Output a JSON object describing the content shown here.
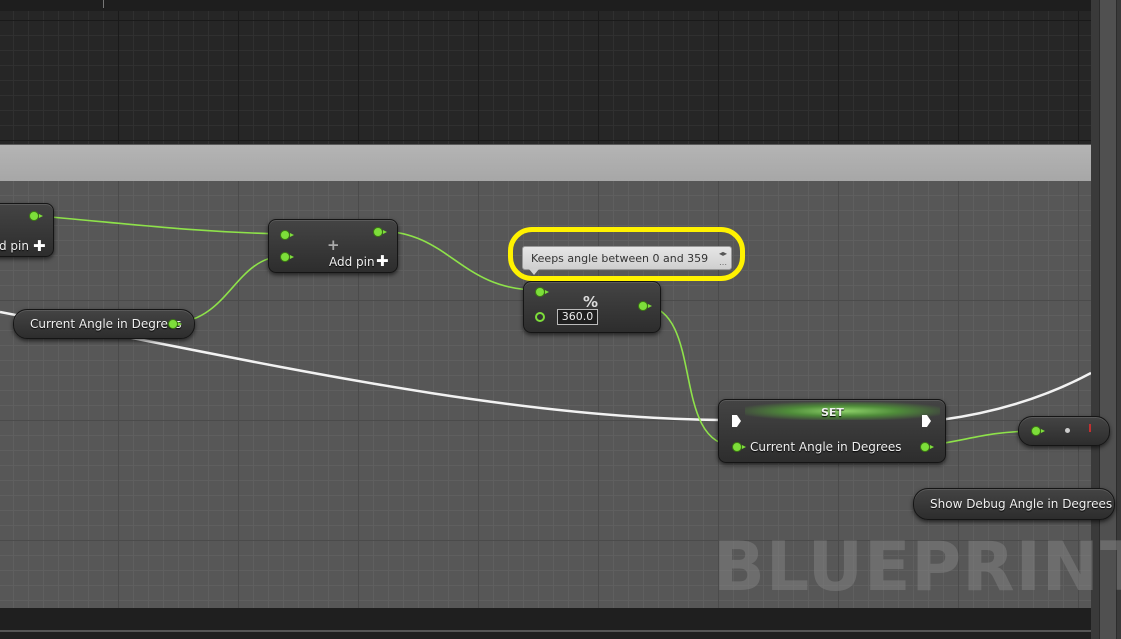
{
  "nodes": {
    "add_pin_left": {
      "label": "d pin"
    },
    "add_node": {
      "label": "Add pin"
    },
    "get_angle": {
      "label": "Current Angle in Degrees"
    },
    "modulo": {
      "symbol": "%",
      "value": "360.0"
    },
    "set_node": {
      "title": "SET",
      "label": "Current Angle in Degrees"
    },
    "show_debug": {
      "label": "Show Debug Angle in Degrees"
    }
  },
  "tooltip": {
    "text": "Keeps angle between 0 and 359"
  },
  "watermark": "BLUEPRINT",
  "colors": {
    "float_pin": "#7dde3a",
    "highlight": "#fff200",
    "exec_wire": "#ffffff"
  }
}
